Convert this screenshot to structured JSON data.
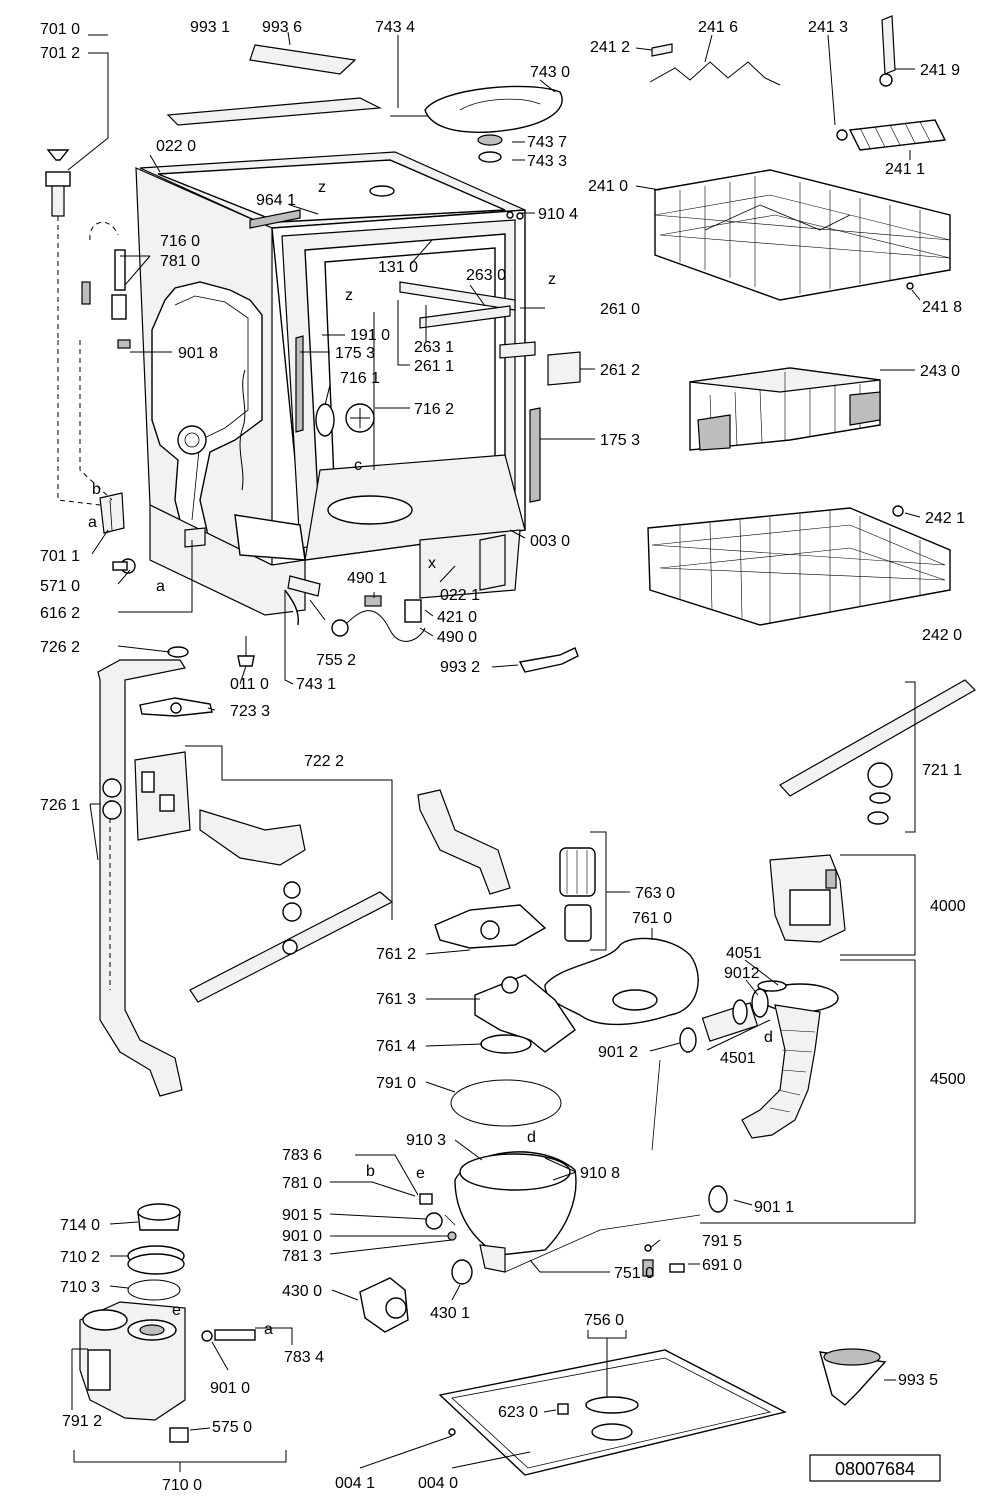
{
  "document_number": "08007684",
  "callouts": {
    "c7010": "701 0",
    "c7012": "701 2",
    "c9931": "993 1",
    "c9936": "993 6",
    "c7434": "743 4",
    "c2412": "241 2",
    "c2416": "241 6",
    "c2413": "241 3",
    "c2419": "241 9",
    "c7430": "743 0",
    "c7437": "743 7",
    "c7433": "743 3",
    "c0220": "022 0",
    "c2411": "241 1",
    "c2410": "241 0",
    "c9641": "964 1",
    "c9104": "910 4",
    "c7160": "716 0",
    "c7810": "781 0",
    "c1310": "131 0",
    "c2630": "263 0",
    "c2610": "261 0",
    "c2418": "241 8",
    "c1910": "191 0",
    "c2631": "263 1",
    "c9018": "901 8",
    "c1753a": "175 3",
    "c2611": "261 1",
    "c2612": "261 2",
    "c7161": "716 1",
    "c2430": "243 0",
    "c7162": "716 2",
    "c1753b": "175 3",
    "c0030": "003 0",
    "c2421": "242 1",
    "c7011": "701 1",
    "c5710": "571 0",
    "c4901": "490 1",
    "c0221": "022 1",
    "c6162": "616 2",
    "c4210": "421 0",
    "c4900": "490 0",
    "c2420": "242 0",
    "c7262": "726 2",
    "c7552": "755 2",
    "c0110": "011 0",
    "c7431": "743 1",
    "c9932": "993 2",
    "c7233": "723 3",
    "c7222": "722 2",
    "c7211": "721 1",
    "c7261": "726 1",
    "c7630": "763 0",
    "c7610": "761 0",
    "c4000": "4000",
    "c7612": "761 2",
    "c4051": "4051",
    "c9012b": "9012",
    "c7613": "761 3",
    "c9012": "901 2",
    "c4501": "4501",
    "c7614": "761 4",
    "c4500": "4500",
    "c7910": "791 0",
    "c9103": "910 3",
    "c7836": "783 6",
    "c9108": "910 8",
    "c7810b": "781 0",
    "c9015": "901 5",
    "c9011": "901 1",
    "c9010": "901 0",
    "c7813": "781 3",
    "c7140": "714 0",
    "c7915": "791 5",
    "c7102": "710 2",
    "c6910": "691 0",
    "c7510": "751 0",
    "c4300": "430 0",
    "c7103": "710 3",
    "c4301": "430 1",
    "c7834": "783 4",
    "c7560": "756 0",
    "c9010b": "901 0",
    "c6230": "623 0",
    "c9935": "993 5",
    "c7912": "791 2",
    "c5750": "575 0",
    "c0041": "004 1",
    "c0400": "004 0",
    "c7100": "710 0"
  },
  "letters": {
    "b1": "b",
    "a1": "a",
    "a2": "a",
    "z1": "z",
    "z2": "z",
    "z3": "z",
    "c1": "c",
    "x1": "x",
    "d1": "d",
    "d2": "d",
    "e1": "e",
    "b2": "b",
    "e2": "e",
    "a3": "a"
  }
}
